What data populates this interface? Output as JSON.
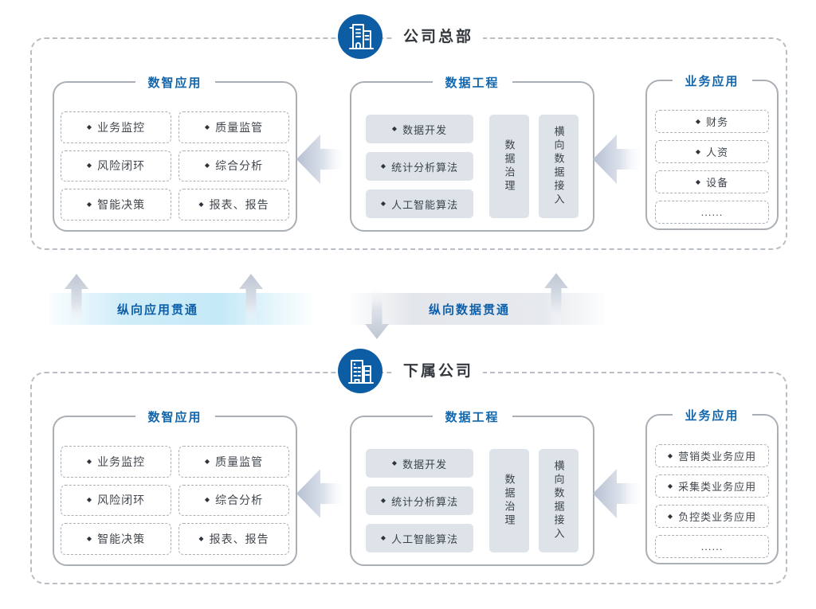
{
  "ui": {
    "bullet": "◆"
  },
  "colors": {
    "accent_blue": "#1166ad",
    "icon_circle_blue": "#0d5da5",
    "band_text_blue": "#0d5fa9",
    "gray_fill": "#dde3e9",
    "border_gray": "#a9afb5"
  },
  "hq": {
    "label": "公司总部",
    "smart": {
      "title": "数智应用",
      "items": [
        "业务监控",
        "质量监管",
        "风险闭环",
        "综合分析",
        "智能决策",
        "报表、报告"
      ]
    },
    "data": {
      "title": "数据工程",
      "items": [
        "数据开发",
        "统计分析算法",
        "人工智能算法"
      ],
      "pillars": [
        "数据治理",
        "横向数据接入"
      ]
    },
    "biz": {
      "title": "业务应用",
      "items": [
        "财务",
        "人资",
        "设备",
        "......"
      ]
    }
  },
  "sub": {
    "label": "下属公司",
    "smart": {
      "title": "数智应用",
      "items": [
        "业务监控",
        "质量监管",
        "风险闭环",
        "综合分析",
        "智能决策",
        "报表、报告"
      ]
    },
    "data": {
      "title": "数据工程",
      "items": [
        "数据开发",
        "统计分析算法",
        "人工智能算法"
      ],
      "pillars": [
        "数据治理",
        "横向数据接入"
      ]
    },
    "biz": {
      "title": "业务应用",
      "items": [
        "营销类业务应用",
        "采集类业务应用",
        "负控类业务应用",
        "......"
      ]
    }
  },
  "connectors": {
    "app_label": "纵向应用贯通",
    "data_label": "纵向数据贯通"
  }
}
